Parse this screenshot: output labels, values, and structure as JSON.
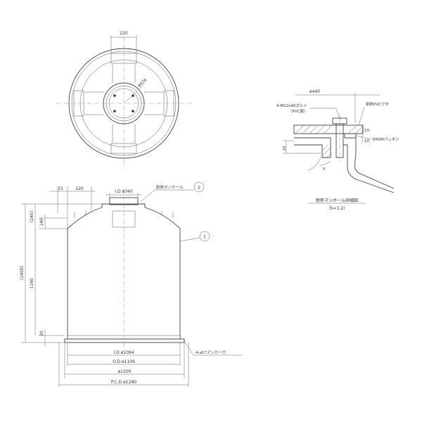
{
  "top_view": {
    "dim_width": "220",
    "dim_diameter": "ø426"
  },
  "front_view": {
    "dim_top_15": "15",
    "dim_top_220": "220",
    "dim_manhole_id": "I.D ø340",
    "dim_height_total": "(1400)",
    "dim_height_body": "1160",
    "dim_top_240": "(240)",
    "dim_top_140": "140",
    "dim_bottom_20": "20",
    "dim_id_1094": "I.D ø1094",
    "dim_od_1106": "O.D ø1106",
    "dim_1200": "ø1200",
    "dim_pcd_1280": "P.C.D ø1280",
    "label_manhole": "耐熱マンホール",
    "label_anchor": "4-ø17アンカー穴",
    "balloon_1": "1",
    "balloon_2": "2"
  },
  "detail_view": {
    "dim_440": "ø440",
    "label_bolt": "4-M12x40ボルト",
    "label_bolt_sub": "（PVC製）",
    "label_cover": "耐熱PVCフタ",
    "label_gasket": "EPDMパッキン",
    "dim_10_top": "10",
    "dim_10_bottom": "10",
    "dim_20": "20",
    "dim_5": "5",
    "title": "耐熱マンホール詳細図",
    "scale": "（S=1:2）"
  }
}
